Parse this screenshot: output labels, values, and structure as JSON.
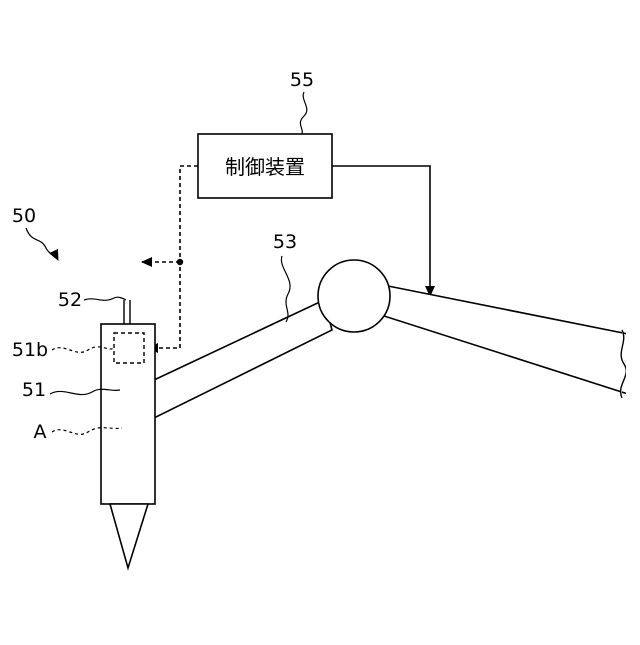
{
  "figure": {
    "labels": {
      "device_50": "50",
      "tool_51": "51",
      "sensor_51b": "51b",
      "cable_52": "52",
      "arm_53": "53",
      "controller_55": "55",
      "axis_A": "A"
    },
    "controller_box_text": "制御装置"
  }
}
